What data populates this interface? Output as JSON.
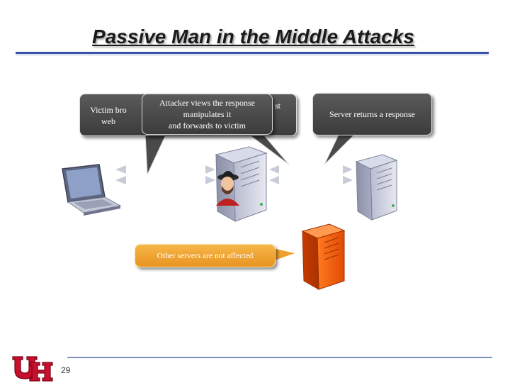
{
  "slide": {
    "title": "Passive Man in the Middle Attacks",
    "page_number": "29"
  },
  "callouts": {
    "victim": {
      "line1": "Victim bro",
      "line2": "web"
    },
    "attacker": {
      "line1": "Attacker views the response",
      "line2": "manipulates it",
      "line3": "and forwards to victim"
    },
    "attacker_hidden_tail": "st",
    "server": {
      "text": "Server returns a response"
    },
    "other": {
      "text": "Other servers are not affected"
    }
  },
  "logo": {
    "text": "UH"
  },
  "colors": {
    "title_rule": "#3a55a5",
    "callout_dark": "#4a4a4a",
    "callout_orange": "#f0a030",
    "other_server": "#e85a10",
    "logo_red": "#c8102e"
  }
}
